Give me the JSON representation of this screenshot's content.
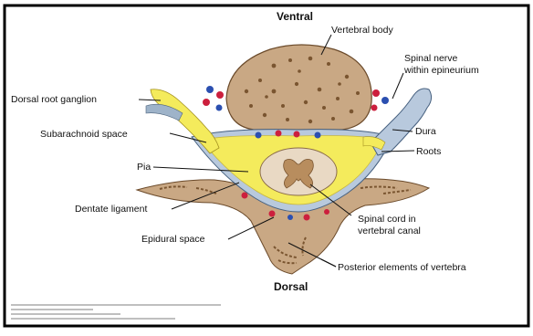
{
  "figure": {
    "orientation_top": "Ventral",
    "orientation_bottom": "Dorsal",
    "labels": {
      "vertebral_body": "Vertebral body",
      "spinal_nerve_line1": "Spinal nerve",
      "spinal_nerve_line2": "within epineurium",
      "dorsal_root_ganglion": "Dorsal root ganglion",
      "dura": "Dura",
      "subarachnoid_space": "Subarachnoid space",
      "roots": "Roots",
      "pia": "Pia",
      "dentate_ligament": "Dentate ligament",
      "spinal_cord_line1": "Spinal cord in",
      "spinal_cord_line2": "vertebral canal",
      "epidural_space": "Epidural space",
      "posterior_elements": "Posterior elements of vertebra"
    },
    "colors": {
      "bone": "#c9a884",
      "bone_texture": "#7a5530",
      "dura": "#b8c9dd",
      "subarachnoid": "#f4eb5c",
      "cord": "#e9d9c4",
      "grey_matter": "#b88d5e",
      "vessel_red": "#cc1f3d",
      "vessel_blue": "#2b4fb0"
    }
  }
}
